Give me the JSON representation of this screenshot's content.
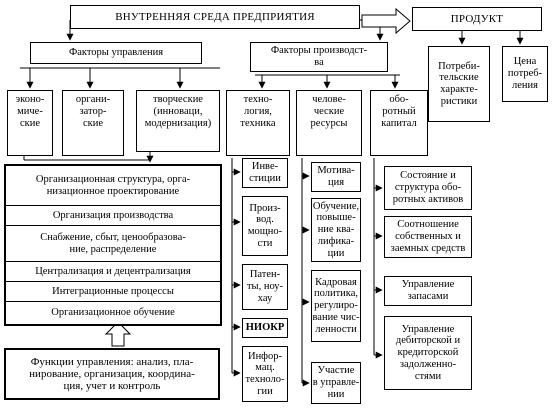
{
  "title": "ВНУТРЕННЯЯ СРЕДА ПРЕДПРИЯТИЯ",
  "product": "ПРОДУКТ",
  "product_children": [
    "Потреби-\nтельские\nхаракте-\nристики",
    "Цена\nпотреб-\nления"
  ],
  "management": {
    "header": "Факторы управления",
    "columns": [
      "эконо-\nмиче-\nские",
      "органи-\nзатор-\nские",
      "творческие\n(инноваци,\nмодернизация)"
    ],
    "items": [
      "Организационная структура, орга-\nнизационное проектирование",
      "Организация производства",
      "Снабжение, сбыт, ценообразова-\nние, распределение",
      "Централизация и децентрализация",
      "Интеграционные процессы",
      "Организационное обучение"
    ],
    "functions": "Функции управления: анализ, пла-\nнирование, организация, координа-\nция, учет и контроль"
  },
  "production": {
    "header": "Факторы производст-\nва",
    "columns": {
      "technology": {
        "label": "техно-\nлогия,\nтехника",
        "items": [
          "Инве-\nстиции",
          "Произ-\nвод.\nмощно-\nсти",
          "Патен-\nты, ноу-\nхау",
          "НИОКР",
          "Инфор-\nмац.\nтехноло-\nгии"
        ]
      },
      "human": {
        "label": "челове-\nческие\nресурсы",
        "items": [
          "Мотива-\nция",
          "Обучение,\nповыше-\nние ква-\nлифика-\nции",
          "Кадровая\nполитика,\nрегулиро-\nвание чис-\nленности",
          "Участие\nв управле-\nнии"
        ]
      },
      "capital": {
        "label": "обо-\nротный\nкапитал",
        "items": [
          "Состояние и\nструктура обо-\nротных активов",
          "Соотношение\nсобственных и\nзаемных средств",
          "Управление\nзапасами",
          "Управление\nдебиторской и\nкредиторской\nзадолженно-\nстями"
        ]
      }
    }
  }
}
